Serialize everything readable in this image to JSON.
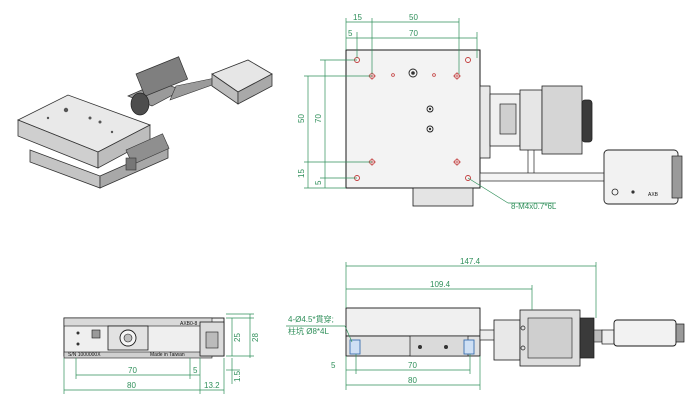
{
  "top_view": {
    "dims_top": [
      "15",
      "50",
      "5",
      "70"
    ],
    "dims_left": [
      "50",
      "70",
      "15",
      "5"
    ],
    "thread_note": "8-M4x0.7*6L"
  },
  "front_view": {
    "dims_bottom": [
      "70",
      "5",
      "80",
      "13.2"
    ],
    "dims_right": [
      "25",
      "28",
      "1.5"
    ],
    "model_mark": "AXB0-8",
    "serial_mark": "S/N 1000000X",
    "origin_mark": "Made in Taiwan"
  },
  "side_view": {
    "dims_top": [
      "147.4",
      "109.4"
    ],
    "dims_bottom": [
      "5",
      "70",
      "80"
    ],
    "hole_note_1": "4-Ø4.5*貫穿;",
    "hole_note_2": "柱坑 Ø8*4L"
  }
}
